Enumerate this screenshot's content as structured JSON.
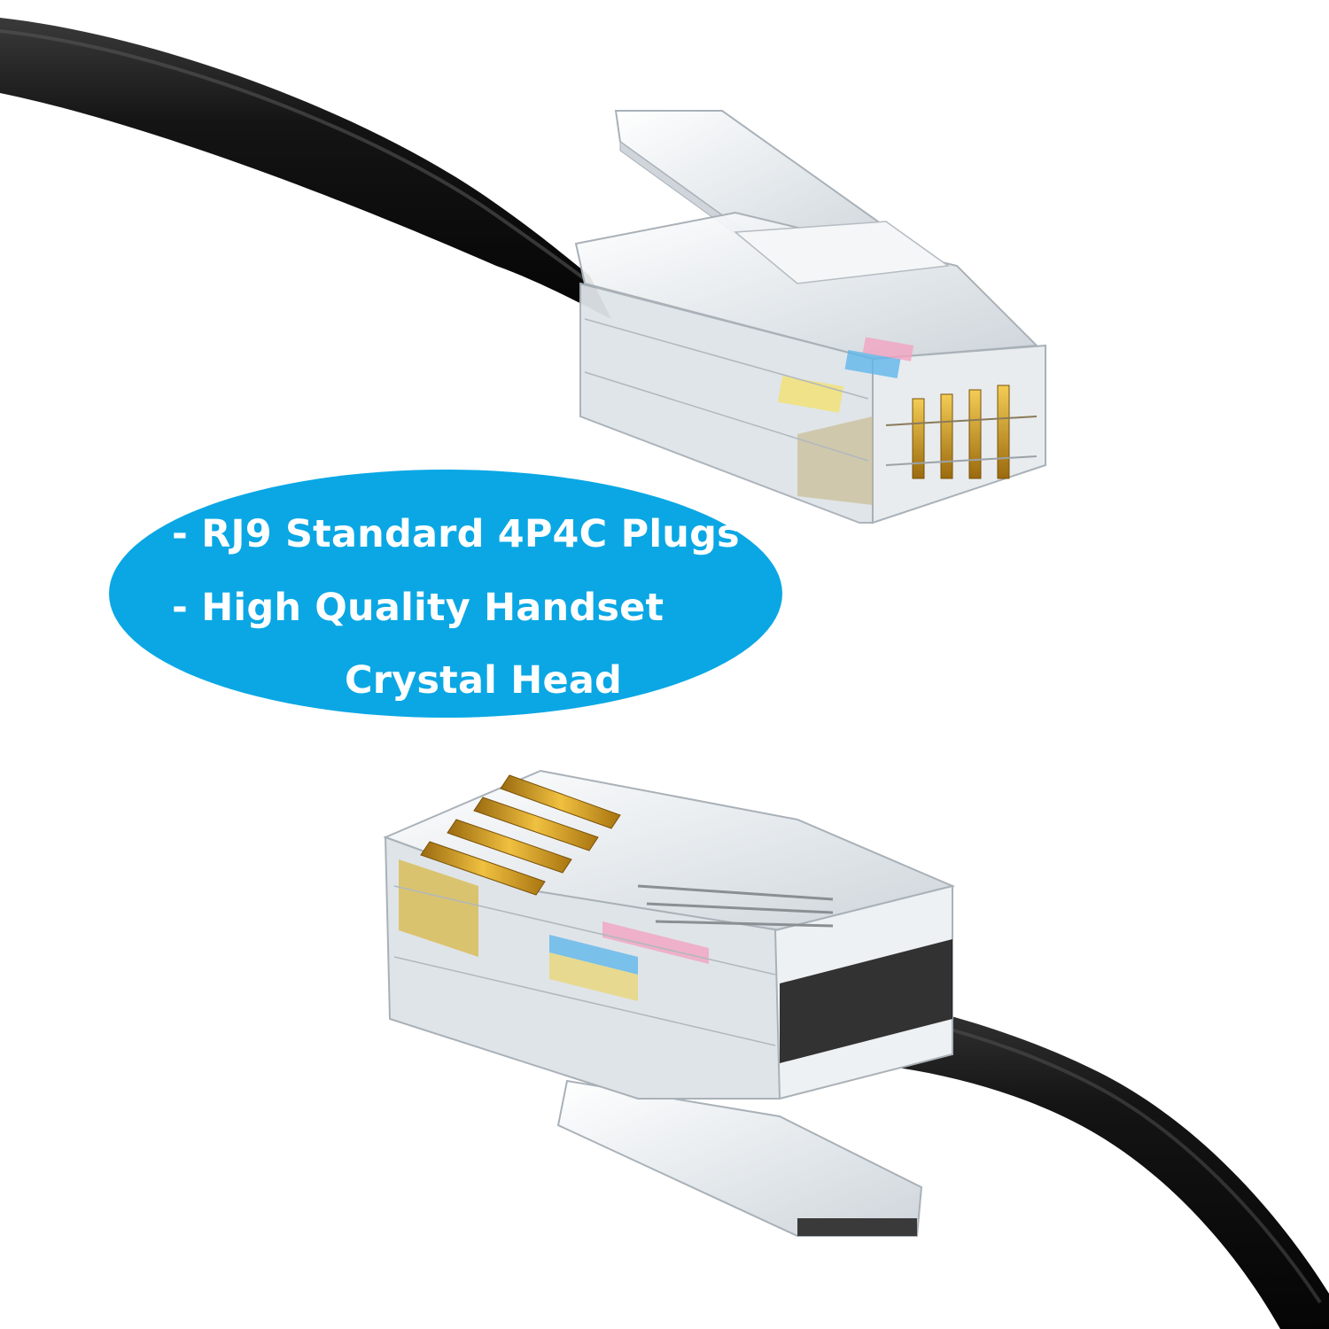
{
  "callout": {
    "line1": "- RJ9 Standard 4P4C Plugs",
    "line2": "- High Quality Handset",
    "line3": "Crystal Head"
  },
  "colors": {
    "background": "#ffffff",
    "callout_fill": "#0aa7e4",
    "callout_text": "#ffffff",
    "cable": "#1a1a1a",
    "plug_body": "#eef1f3",
    "contacts": "#d8a21c"
  },
  "icons": {
    "top_plug": "rj9-plug-image",
    "bottom_plug": "rj9-plug-image",
    "cable": "black-cable-image"
  }
}
